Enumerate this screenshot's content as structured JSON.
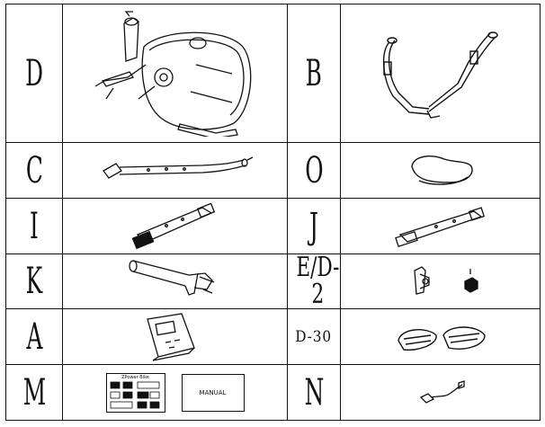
{
  "rows": [
    {
      "left_label": "D",
      "left_item": "main-frame",
      "right_label": "B",
      "right_item": "handlebar"
    },
    {
      "left_label": "C",
      "left_item": "seat-post",
      "right_label": "O",
      "right_item": "saddle"
    },
    {
      "left_label": "I",
      "left_item": "front-stabilizer",
      "right_label": "J",
      "right_item": "rear-stabilizer"
    },
    {
      "left_label": "K",
      "left_item": "handlebar-post",
      "right_label": "E/D-2",
      "right_item": "knob-set"
    },
    {
      "left_label": "A",
      "left_item": "console",
      "right_label": "D-30",
      "right_item": "pedals"
    },
    {
      "left_label": "M",
      "left_item": "manual-pack",
      "right_label": "N",
      "right_item": "adapter"
    }
  ],
  "manual_pack": {
    "card_title": "ZPower Bike",
    "manual_label": "MANUAL"
  },
  "icons": {
    "main_frame": "bike-frame-icon",
    "handlebar": "handlebar-icon",
    "seat_post": "seat-post-icon",
    "saddle": "saddle-icon",
    "front_stabilizer": "stabilizer-icon",
    "rear_stabilizer": "stabilizer-icon",
    "handlebar_post": "post-icon",
    "knob_set": "knob-icon",
    "console": "console-icon",
    "pedals": "pedal-icon",
    "adapter": "adapter-icon"
  }
}
